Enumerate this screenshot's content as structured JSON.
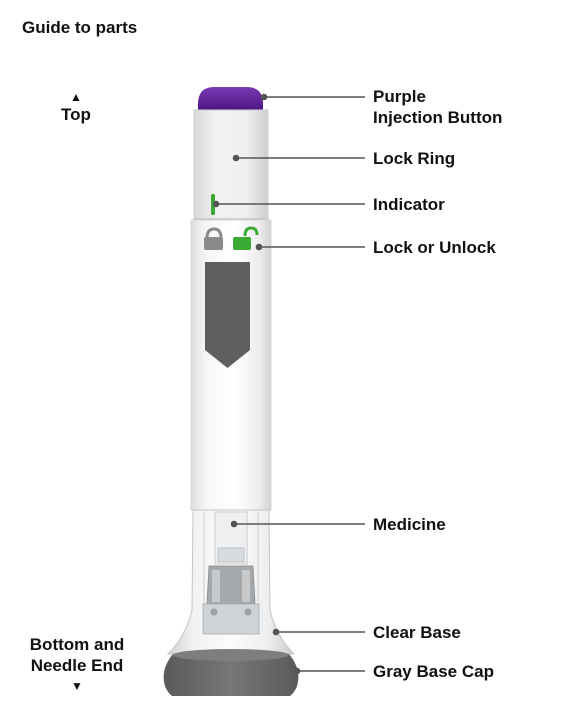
{
  "title": "Guide to parts",
  "top": {
    "arrow": "▲",
    "label": "Top"
  },
  "bottom": {
    "line1": "Bottom and",
    "line2": "Needle End",
    "arrow": "▼"
  },
  "labels": {
    "purple_button": [
      "Purple",
      "Injection Button"
    ],
    "lock_ring": "Lock Ring",
    "indicator": "Indicator",
    "lock_unlock": "Lock or Unlock",
    "medicine": "Medicine",
    "clear_base": "Clear Base",
    "gray_base_cap": "Gray Base Cap"
  },
  "colors": {
    "purple": "#5b1e93",
    "green": "#3aaa35",
    "gray_cap": "#6a6a6c",
    "window": "#5f5f62",
    "leader": "#555555"
  },
  "icons": {
    "lock": "padlock-closed-icon",
    "unlock": "padlock-open-icon"
  }
}
